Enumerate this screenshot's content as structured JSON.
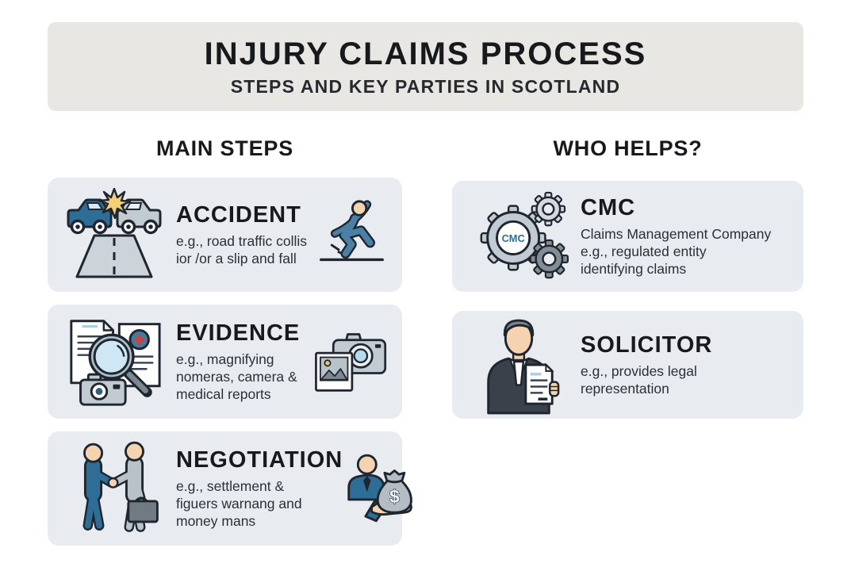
{
  "header": {
    "title": "INJURY CLAIMS PROCESS",
    "subtitle": "STEPS AND KEY PARTIES IN SCOTLAND"
  },
  "columns": {
    "left_heading": "MAIN STEPS",
    "right_heading": "WHO HELPS?"
  },
  "steps": [
    {
      "title": "ACCIDENT",
      "description": [
        "e.g., road traffic collis",
        "ior /or a slip and fall"
      ],
      "icons": [
        "car-crash-icon",
        "slip-and-fall-icon"
      ]
    },
    {
      "title": "EVIDENCE",
      "description": [
        "e.g., magnifying",
        "nomeras, camera &",
        "medical reports"
      ],
      "icons": [
        "documents-magnifier-icon",
        "camera-photo-icon"
      ]
    },
    {
      "title": "NEGOTIATION",
      "description": [
        "e.g., settlement &",
        "figuers warnang and",
        "money mans"
      ],
      "icons": [
        "handshake-icon",
        "money-bag-hand-icon"
      ],
      "currency_symbol": "$"
    }
  ],
  "helpers": [
    {
      "title": "CMC",
      "description": [
        "Claims Management Company",
        "e.g., regulated entity",
        "identifying claims"
      ],
      "icons": [
        "gears-icon"
      ],
      "icon_label": "CMC"
    },
    {
      "title": "SOLICITOR",
      "description": [
        "e.g., provides legal",
        "representation"
      ],
      "icons": [
        "solicitor-icon"
      ]
    }
  ],
  "colors": {
    "header_bg": "#e9e7e3",
    "card_bg": "#e8ebf0",
    "outline": "#1f2630",
    "blue": "#2e6d96",
    "light_blue": "#cfe7f4",
    "gray": "#c3cbd2",
    "skin": "#f6d3b0",
    "starburst_yellow": "#f5cf78",
    "cmc_text": "#2b7094",
    "medical_teal": "#3d7f9b",
    "medical_red": "#c4454d"
  }
}
